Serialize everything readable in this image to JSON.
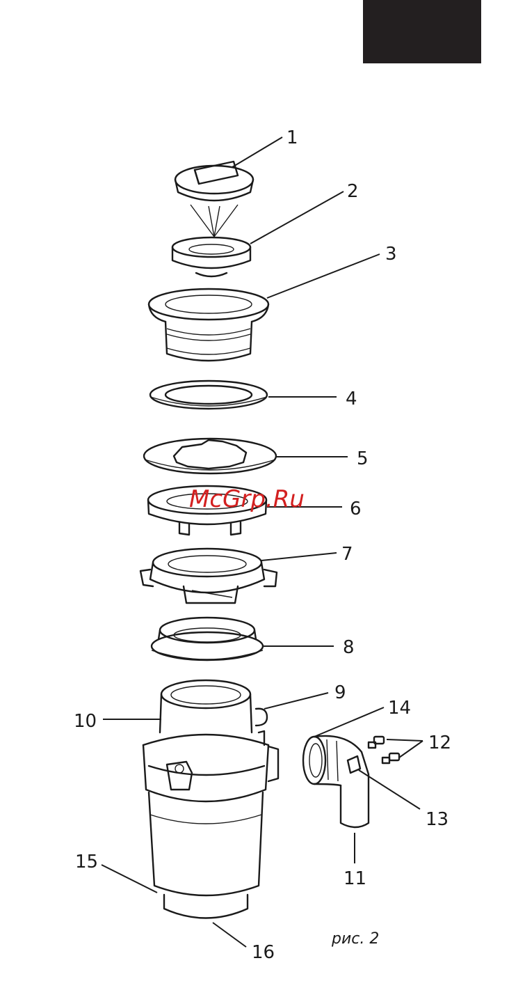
{
  "callouts": [
    {
      "id": "1",
      "label": "1"
    },
    {
      "id": "2",
      "label": "2"
    },
    {
      "id": "3",
      "label": "3"
    },
    {
      "id": "4",
      "label": "4"
    },
    {
      "id": "5",
      "label": "5"
    },
    {
      "id": "6",
      "label": "6"
    },
    {
      "id": "7",
      "label": "7"
    },
    {
      "id": "8",
      "label": "8"
    },
    {
      "id": "9",
      "label": "9"
    },
    {
      "id": "10",
      "label": "10"
    },
    {
      "id": "11",
      "label": "11"
    },
    {
      "id": "12",
      "label": "12"
    },
    {
      "id": "13",
      "label": "13"
    },
    {
      "id": "14",
      "label": "14"
    },
    {
      "id": "15",
      "label": "15"
    },
    {
      "id": "16",
      "label": "16"
    }
  ],
  "caption": "рис. 2",
  "watermark": "McGrp.Ru",
  "colors": {
    "ink": "#1a1a1a",
    "corner_block": "#231f20",
    "watermark": "#d32020"
  }
}
